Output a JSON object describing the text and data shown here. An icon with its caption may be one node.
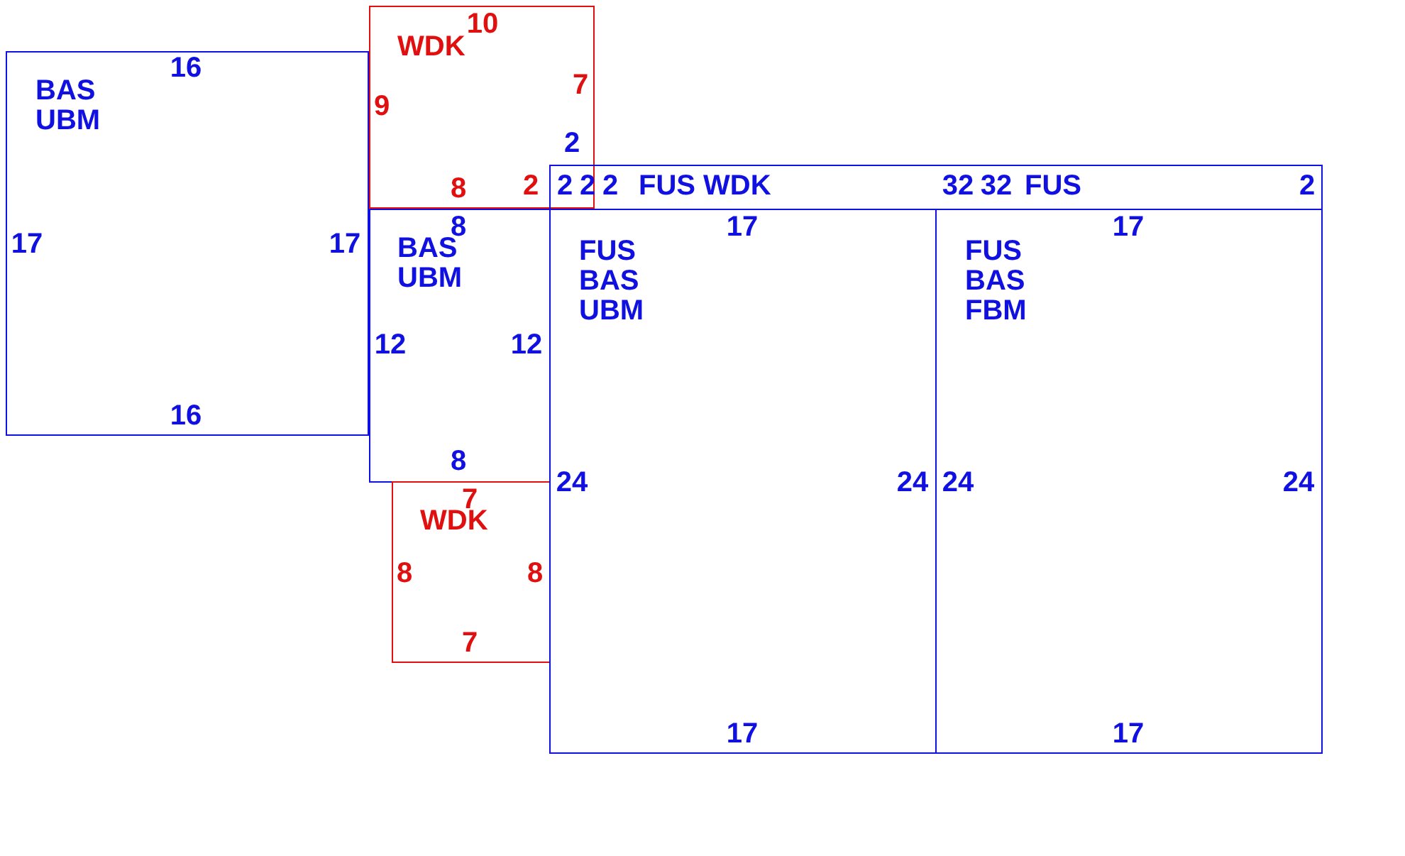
{
  "diagram": {
    "nodes": [
      {
        "text": [
          "BAS UBM"
        ]
      },
      {
        "text": [
          "WDK"
        ]
      },
      {
        "text": [
          "BAS UBM"
        ]
      },
      {
        "text": [
          "WDK"
        ]
      },
      {
        "text": [
          "FUS WDK",
          "FUS"
        ]
      },
      {
        "text": [
          "FUS BAS UBM"
        ]
      },
      {
        "text": [
          "FUS BAS FBM"
        ]
      }
    ],
    "labels": [
      "10",
      "16",
      "7",
      "9",
      "2",
      "8",
      "2",
      "2",
      "2",
      "2",
      "32",
      "32",
      "2",
      "8",
      "17",
      "17",
      "17",
      "17",
      "12",
      "12",
      "16",
      "8",
      "24",
      "24",
      "24",
      "24",
      "7",
      "8",
      "8",
      "7",
      "17",
      "17"
    ]
  }
}
